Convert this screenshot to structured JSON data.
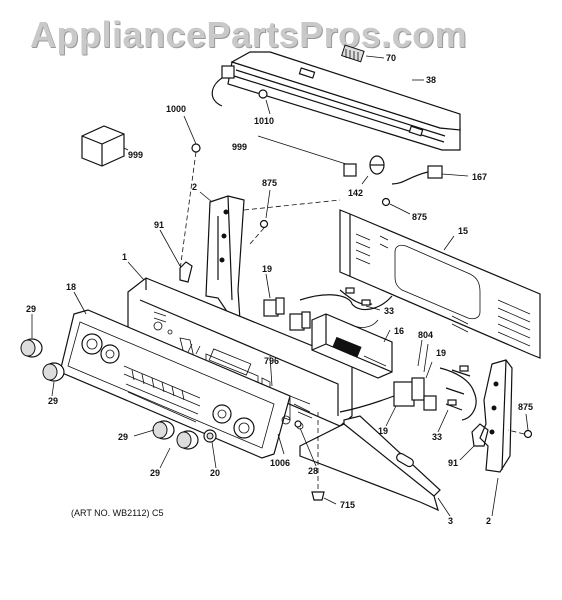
{
  "watermark": "AppliancePartsPros.com",
  "art_note": "(ART NO. WB2112) C5",
  "callouts": {
    "p70": "70",
    "p38": "38",
    "p1000": "1000",
    "p1010": "1010",
    "p999a": "999",
    "p999b": "999",
    "p167": "167",
    "p142": "142",
    "p875a": "875",
    "p875b": "875",
    "p875c": "875",
    "p2a": "2",
    "p2b": "2",
    "p91a": "91",
    "p91b": "91",
    "p15": "15",
    "p1": "1",
    "p19a": "19",
    "p19b": "19",
    "p19c": "19",
    "p33a": "33",
    "p33b": "33",
    "p16": "16",
    "p804": "804",
    "p796": "796",
    "p18": "18",
    "p29a": "29",
    "p29b": "29",
    "p29c": "29",
    "p29d": "29",
    "p20": "20",
    "p1006": "1006",
    "p28": "28",
    "p715": "715",
    "p3": "3"
  }
}
